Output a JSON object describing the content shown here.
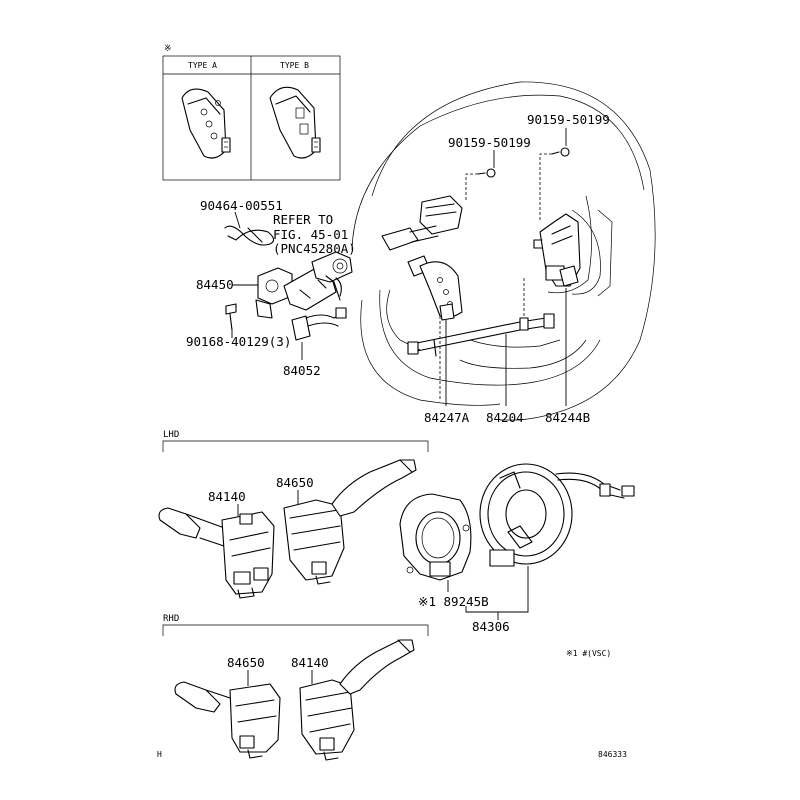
{
  "header": {
    "mark": "※",
    "type_a": "TYPE A",
    "type_b": "TYPE B"
  },
  "reference": {
    "line1": "REFER   TO",
    "line2": "FIG. 45-01",
    "line3": "(PNC45280A)"
  },
  "labels": {
    "p90464": "90464-00551",
    "p84450": "84450",
    "p90168": "90168-40129(3)",
    "p84052": "84052",
    "p90159a": "90159-50199",
    "p90159b": "90159-50199",
    "p84247a": "84247A",
    "p84204": "84204",
    "p84244b": "84244B",
    "lhd": "LHD",
    "lhd_84140": "84140",
    "lhd_84650": "84650",
    "p89245b": "※1 89245B",
    "p84306": "84306",
    "rhd": "RHD",
    "rhd_84650": "84650",
    "rhd_84140": "84140",
    "footnote": "※1 #(VSC)",
    "corner_h": "H",
    "figure_no": "846333"
  }
}
